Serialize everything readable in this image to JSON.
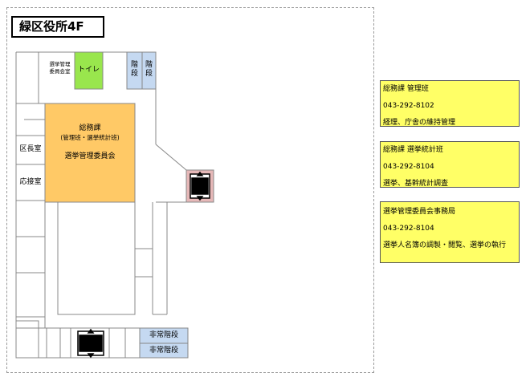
{
  "title": "緑区役所4F",
  "rooms": {
    "election_meeting": [
      "選挙管理",
      "委員会室"
    ],
    "toilet": "トイレ",
    "stairs_1": [
      "階",
      "段"
    ],
    "stairs_2": [
      "階",
      "段"
    ],
    "general_affairs": [
      "総務課",
      "(管理班・選挙統計班)",
      "選挙管理委員会"
    ],
    "ward_head": "区長室",
    "reception": "応接室",
    "emergency_stairs_1": "非常階段",
    "emergency_stairs_2": "非常階段"
  },
  "icons": [
    "elevator-icon",
    "elevator-icon"
  ],
  "colors": {
    "orange": "#ffc966",
    "green": "#99e64d",
    "blue": "#c5d9f1",
    "pink": "#e6b8b8",
    "yellow": "#ffff66"
  },
  "info_boxes": [
    {
      "name": "総務課 管理班",
      "phone": "043-292-8102",
      "duty": "経理、庁舎の維持管理"
    },
    {
      "name": "総務課 選挙統計班",
      "phone": "043-292-8104",
      "duty": "選挙、基幹統計調査"
    },
    {
      "name": "選挙管理委員会事務局",
      "phone": "043-292-8104",
      "duty": "選挙人名簿の調製・閲覧、選挙の執行"
    }
  ]
}
